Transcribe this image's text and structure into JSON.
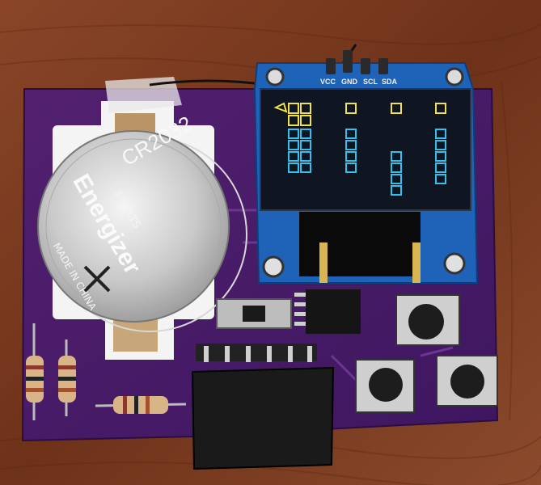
{
  "battery": {
    "model": "CR2032",
    "voltage": "3 VOLTS",
    "brand": "Energizer",
    "origin": "MADE IN CHINA"
  },
  "oled_header": {
    "pins": [
      "VCC",
      "GND",
      "SCL",
      "SDA"
    ]
  },
  "oled_display": {
    "top_color": "#f2e24a",
    "bottom_color": "#2fc3f2",
    "columns": [
      {
        "top_blocks": 2,
        "bottom_blocks": 4,
        "cursor": true
      },
      {
        "top_blocks": 1,
        "bottom_blocks": 4,
        "cursor": false
      },
      {
        "top_blocks": 1,
        "bottom_blocks": 4,
        "cursor": false
      },
      {
        "top_blocks": 1,
        "bottom_blocks": 5,
        "cursor": false
      }
    ]
  },
  "colors": {
    "wood": "#7a3b22",
    "pcb": "#4b1a6e",
    "oled_board": "#1e63b8",
    "oled_screen": "#101522"
  }
}
